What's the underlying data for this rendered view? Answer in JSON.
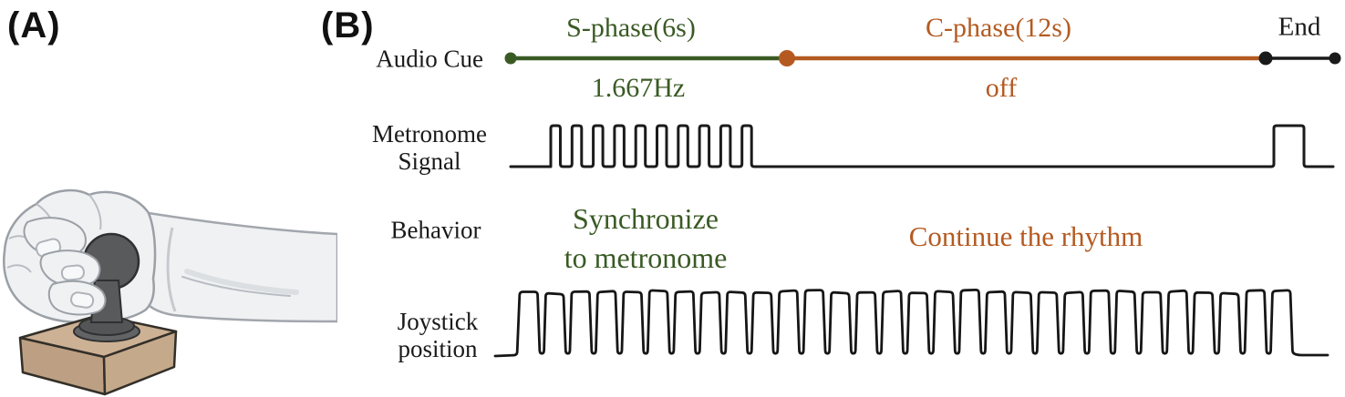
{
  "panels": {
    "a_label": "(A)",
    "b_label": "(B)"
  },
  "colors": {
    "s_phase_green": "#3a5a24",
    "c_phase_orange": "#b45a21",
    "ink_black": "#1a1a1a"
  },
  "audio_cue_row": {
    "label": "Audio Cue",
    "s_phase_label": "S-phase(6s)",
    "s_phase_sub": "1.667Hz",
    "c_phase_label": "C-phase(12s)",
    "c_phase_sub": "off",
    "end_label": "End"
  },
  "metronome_row": {
    "label_line1": "Metronome",
    "label_line2": "Signal"
  },
  "behavior_row": {
    "label": "Behavior",
    "s_phase_text_line1": "Synchronize",
    "s_phase_text_line2": "to metronome",
    "c_phase_text": "Continue the rhythm"
  },
  "joystick_row": {
    "label_line1": "Joystick",
    "label_line2": "position"
  },
  "chart_data": {
    "type": "timing-diagram",
    "rows": [
      "Audio Cue",
      "Metronome Signal",
      "Behavior",
      "Joystick position"
    ],
    "phases": [
      {
        "name": "S-phase",
        "duration_s": 6,
        "audio_cue": "1.667Hz",
        "behavior": "Synchronize to metronome",
        "metronome_pulses": 10
      },
      {
        "name": "C-phase",
        "duration_s": 12,
        "audio_cue": "off",
        "behavior": "Continue the rhythm",
        "metronome_pulses": 0
      },
      {
        "name": "End",
        "metronome_pulses": 1
      }
    ],
    "metronome_rate_hz": 1.667,
    "joystick_movement_cycles": 30
  }
}
